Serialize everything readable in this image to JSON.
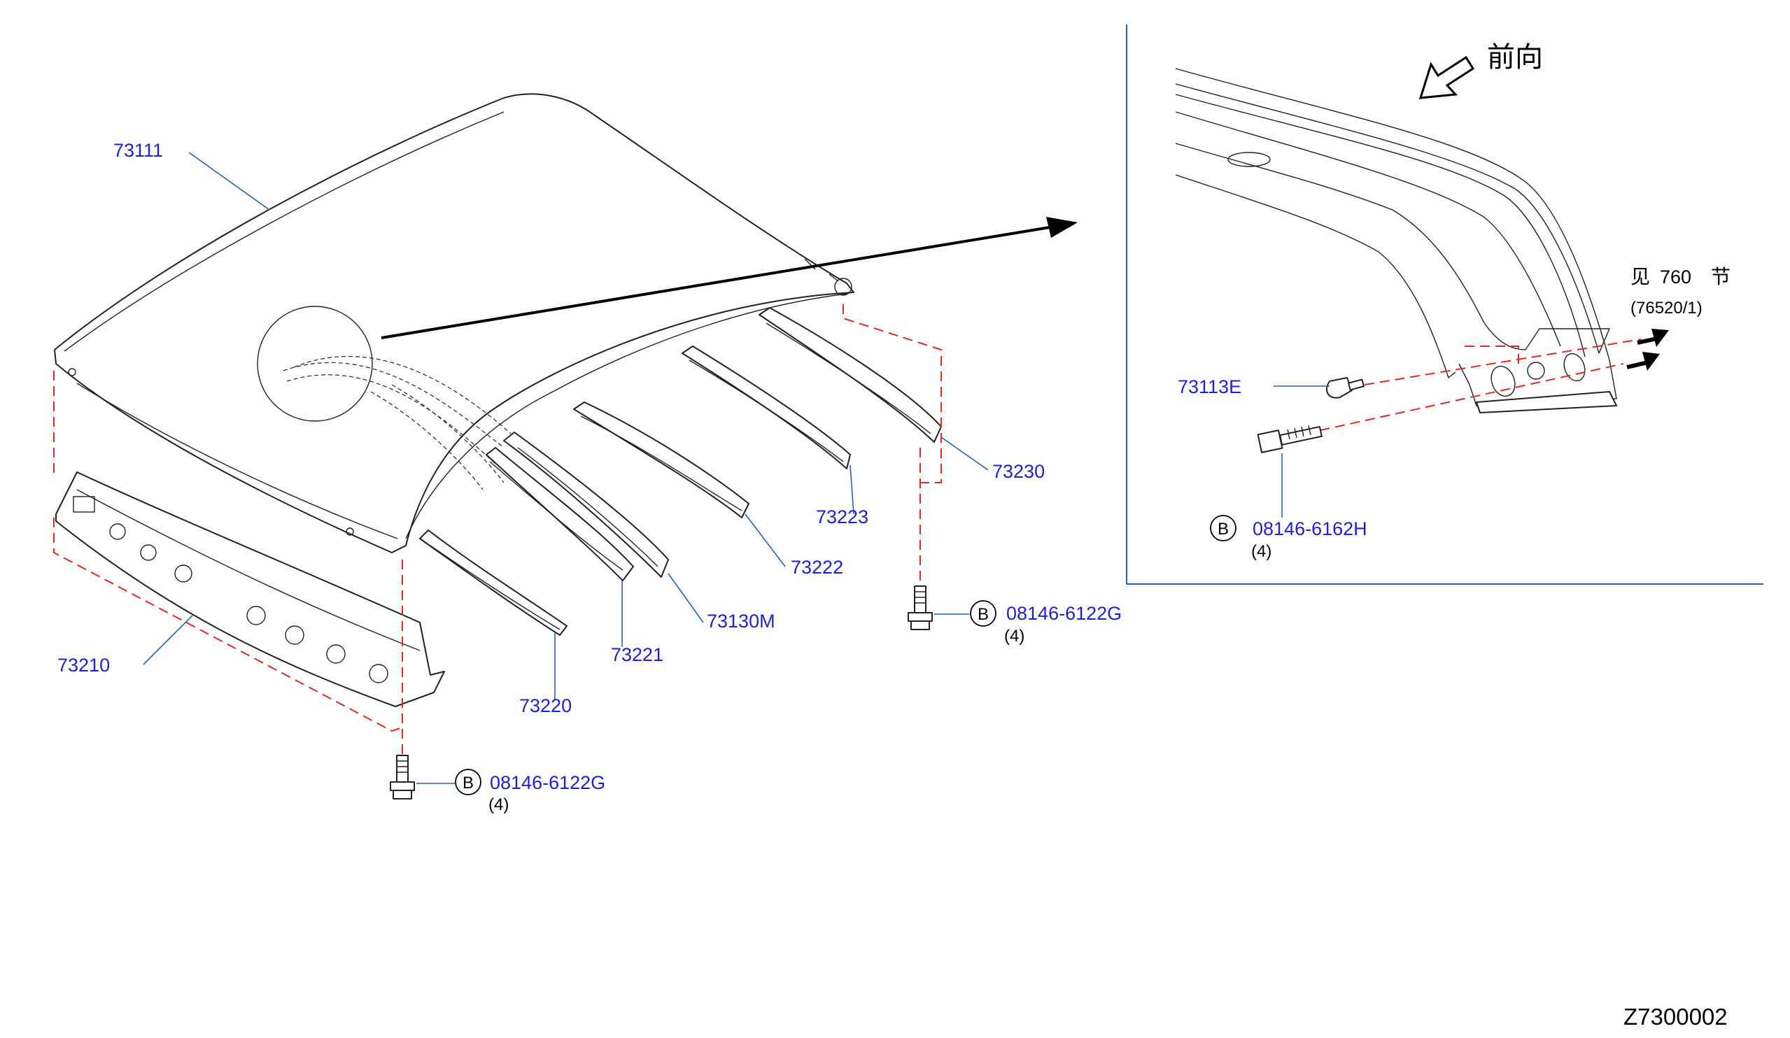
{
  "callouts": {
    "roof_panel": "73111",
    "front_rail": "73210",
    "bow_1": "73220",
    "bow_2": "73221",
    "bow_3": "73130M",
    "bow_4": "73222",
    "bow_5": "73223",
    "rear_rail": "73230",
    "clip": "73113E"
  },
  "fasteners": {
    "bolt_front": {
      "circle": "B",
      "part": "08146-6122G",
      "qty": "(4)"
    },
    "bolt_rear": {
      "circle": "B",
      "part": "08146-6122G",
      "qty": "(4)"
    },
    "bolt_detail": {
      "circle": "B",
      "part": "08146-6162H",
      "qty": "(4)"
    }
  },
  "detail": {
    "direction_label": "前向",
    "see_prefix": "见",
    "see_number": "760",
    "see_suffix": "节",
    "see_reference": "(76520/1)"
  },
  "drawing_code": "Z7300002",
  "colors": {
    "callout_text": "#1f1fd0",
    "leader_line": "#2a5fb0",
    "dashed_guide": "#e0282a",
    "outline": "#222222"
  }
}
